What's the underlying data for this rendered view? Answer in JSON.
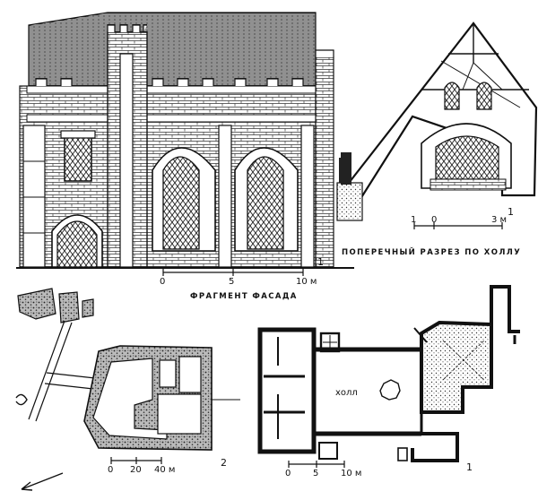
{
  "captions": {
    "facade": "ФРАГМЕНТ ФАСАДА",
    "section": "ПОПЕРЕЧНЫЙ РАЗРЕЗ ПО ХОЛЛУ",
    "hall": "холл"
  },
  "figure_numbers": {
    "facade": "1",
    "section": "1",
    "site_plan": "2",
    "floor_plan": "1"
  },
  "scales": {
    "facade": [
      "0",
      "5",
      "10 м"
    ],
    "section": [
      "1",
      "0",
      "3 м"
    ],
    "site_plan": [
      "0",
      "20",
      "40 м"
    ],
    "floor_plan": [
      "0",
      "5",
      "10 м"
    ]
  },
  "colors": {
    "ink": "#111111",
    "paper": "#ffffff"
  }
}
